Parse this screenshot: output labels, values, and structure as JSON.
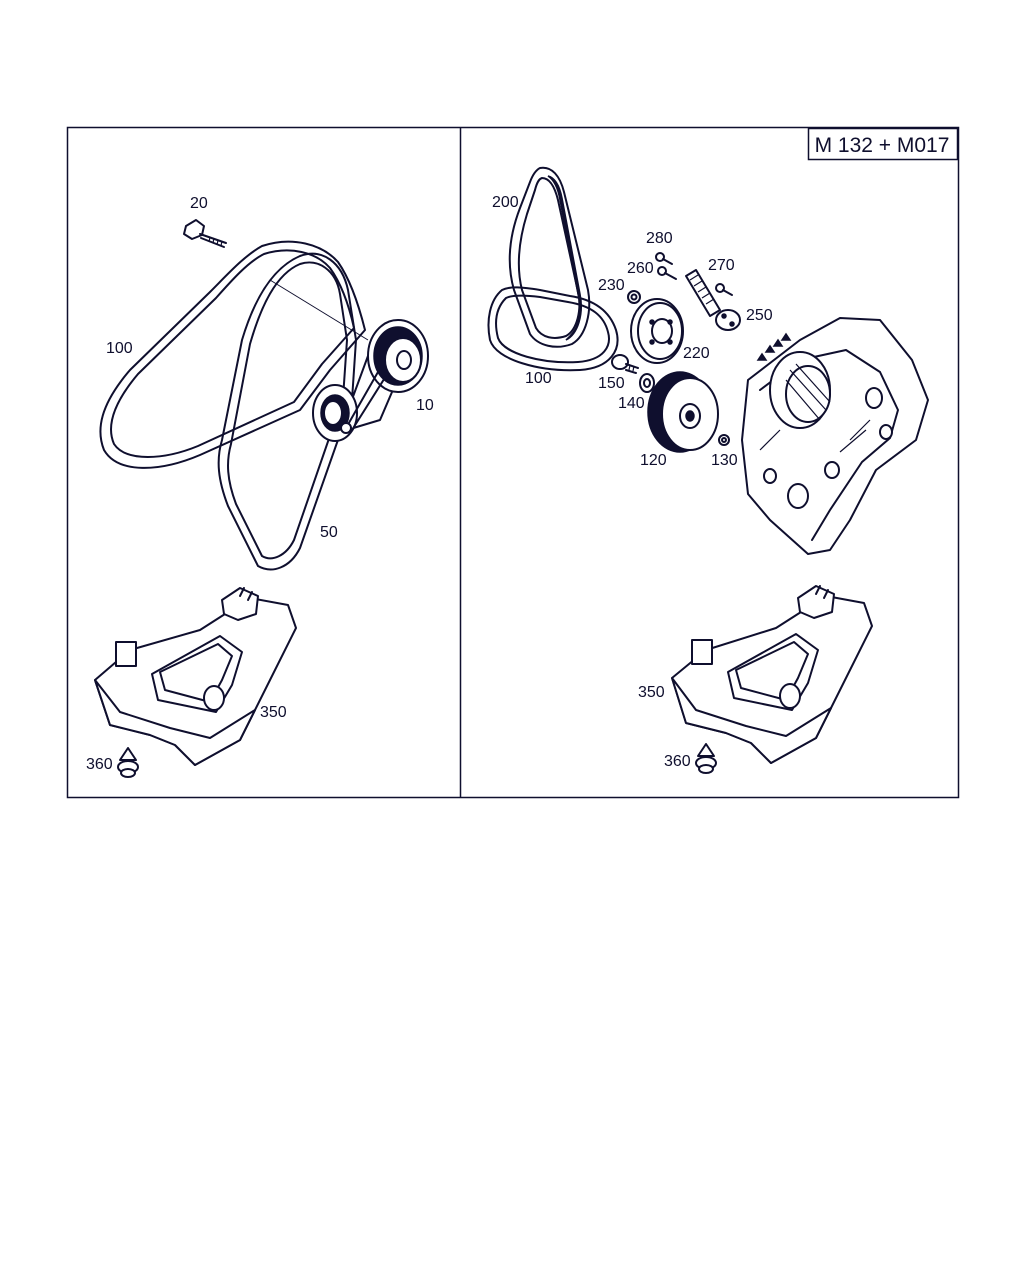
{
  "badge": {
    "text": "M 132 + M017"
  },
  "left_panel": {
    "labels": {
      "p20": "20",
      "p100": "100",
      "p10": "10",
      "p50": "50",
      "p350": "350",
      "p360": "360"
    }
  },
  "right_panel": {
    "labels": {
      "p200": "200",
      "p280": "280",
      "p260": "260",
      "p270": "270",
      "p230": "230",
      "p250": "250",
      "p220": "220",
      "p100": "100",
      "p150": "150",
      "p140": "140",
      "p120": "120",
      "p130": "130",
      "p350": "350",
      "p360": "360"
    }
  },
  "colors": {
    "ink": "#0f0f2e",
    "background": "#ffffff"
  }
}
